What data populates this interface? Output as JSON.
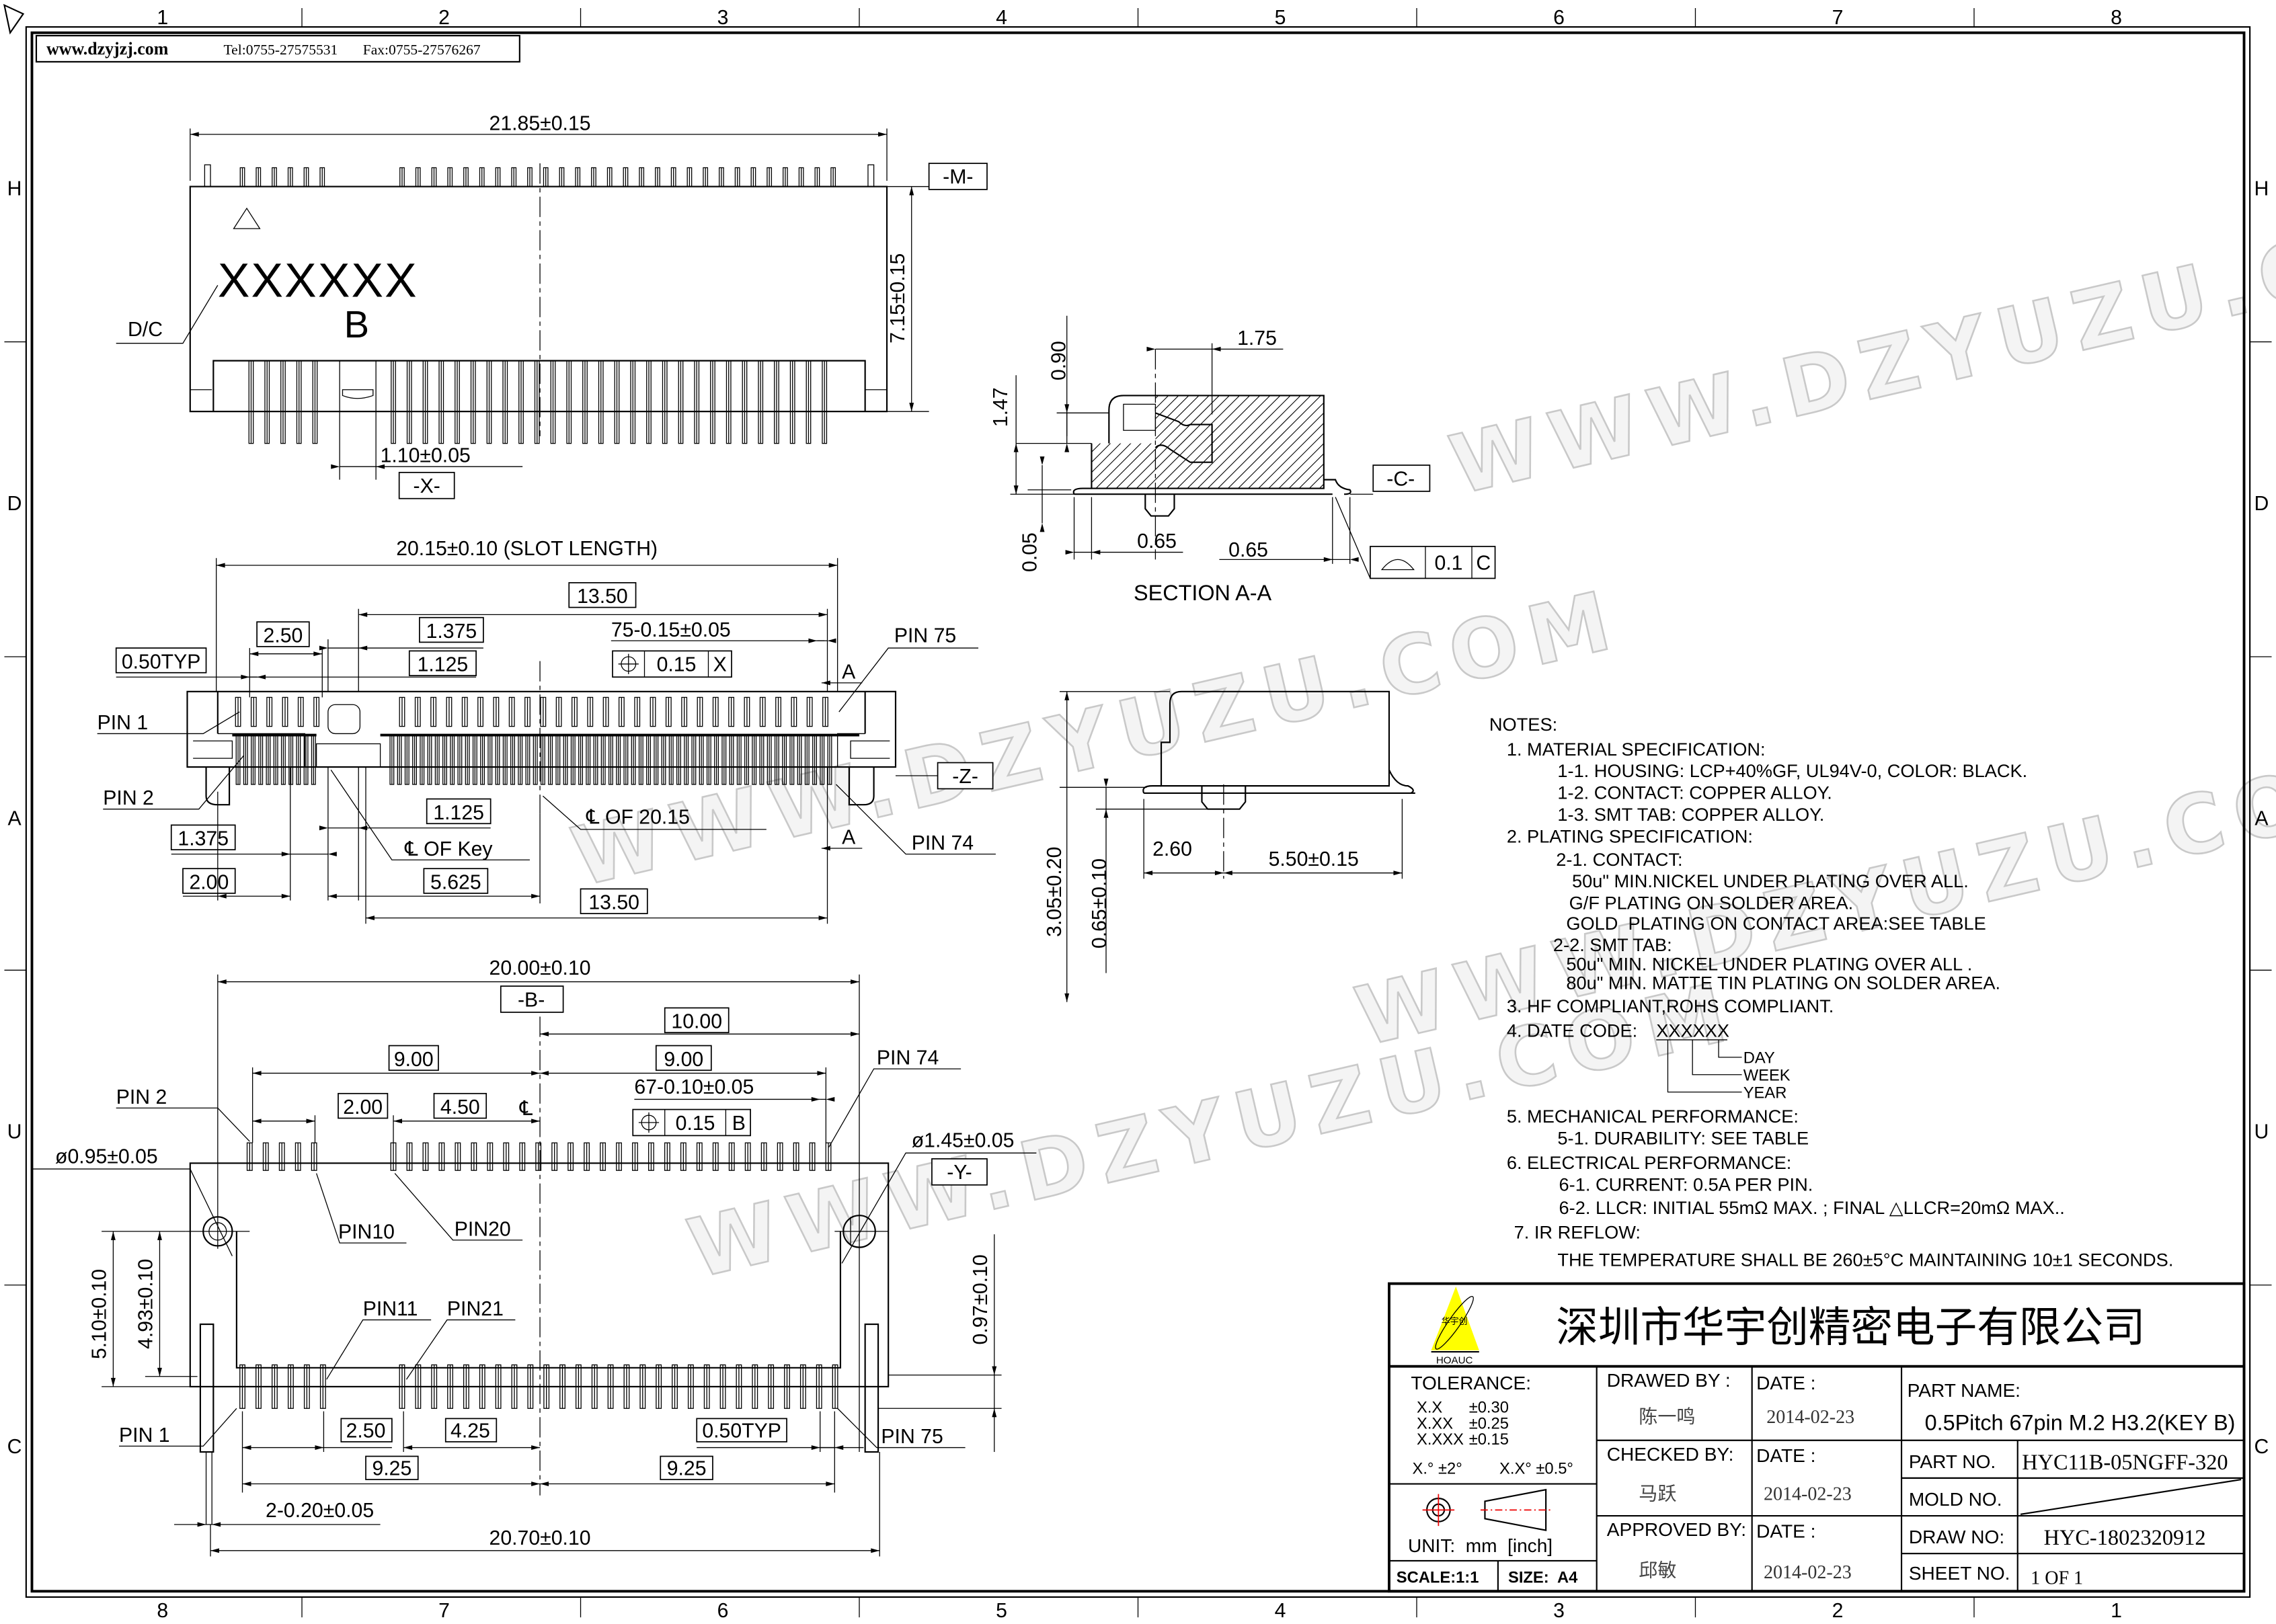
{
  "header": {
    "website": "www.dzyjzj.com",
    "tel": "Tel:0755-27575531",
    "fax": "Fax:0755-27576267"
  },
  "frame": {
    "col_numbers_top": [
      "1",
      "2",
      "3",
      "4",
      "5",
      "6",
      "7",
      "8"
    ],
    "col_numbers_bottom": [
      "8",
      "7",
      "6",
      "5",
      "4",
      "3",
      "2",
      "1"
    ],
    "row_letters": [
      "H",
      "D",
      "A",
      "U",
      "C"
    ]
  },
  "watermark": "WWW.DZYUZU.COM",
  "view_top": {
    "width_dim": "21.85±0.15",
    "height_dim": "7.15±0.15",
    "key_dim": "1.10±0.05",
    "datum_m": "-M-",
    "datum_x": "-X-",
    "marking": "XXXXXX",
    "key_letter": "B",
    "dc_label": "D/C"
  },
  "view_front": {
    "slot_length": "20.15±0.10 (SLOT LENGTH)",
    "d13_50_top": "13.50",
    "d2_50": "2.50",
    "d1_375_top": "1.375",
    "pitch": "0.50TYP",
    "d1_125_top": "1.125",
    "pin_tol": "75-0.15±0.05",
    "fcf_value": "0.15",
    "fcf_datum": "X",
    "pin75": "PIN 75",
    "section_a_top": "A",
    "pin1": "PIN 1",
    "pin2": "PIN 2",
    "datum_z": "-Z-",
    "d1_125_bottom": "1.125",
    "cl_2015": "℄ OF 20.15",
    "cl_key": "℄ OF Key",
    "d1_375_bottom": "1.375",
    "d2_00": "2.00",
    "d5_625": "5.625",
    "d13_50_bottom": "13.50",
    "section_a_bottom": "A",
    "pin74": "PIN 74"
  },
  "section": {
    "d1_75": "1.75",
    "d0_90": "0.90",
    "d1_47": "1.47",
    "datum_c": "-C-",
    "d0_05": "0.05",
    "d0_65_left": "0.65",
    "d0_65_right": "0.65",
    "fcf_value": "0.1",
    "fcf_datum": "C",
    "title": "SECTION A-A"
  },
  "side": {
    "height": "3.05±0.20",
    "peg": "0.65±0.10",
    "d2_60": "2.60",
    "d5_50": "5.50±0.15"
  },
  "view_bottom": {
    "width_dim": "20.00±0.10",
    "datum_b": "-B-",
    "d10_00": "10.00",
    "d9_00_left": "9.00",
    "d9_00_right": "9.00",
    "pin74": "PIN 74",
    "pin2": "PIN 2",
    "d2_00": "2.00",
    "d4_50": "4.50",
    "cl": "℄",
    "pin_tol": "67-0.10±0.05",
    "fcf_value": "0.15",
    "fcf_datum": "B",
    "hole_small": "ø0.95±0.05",
    "hole_large": "ø1.45±0.05",
    "datum_y": "-Y-",
    "pin10": "PIN10",
    "pin20": "PIN20",
    "d5_10": "5.10±0.10",
    "d4_93": "4.93±0.10",
    "d0_97": "0.97±0.10",
    "pin11": "PIN11",
    "pin21": "PIN21",
    "pin1": "PIN 1",
    "d2_50": "2.50",
    "d4_25": "4.25",
    "pitch": "0.50TYP",
    "pin75": "PIN 75",
    "d9_25_left": "9.25",
    "d9_25_right": "9.25",
    "tab_dim": "2-0.20±0.05",
    "overall": "20.70±0.10"
  },
  "notes": {
    "title": "NOTES:",
    "lines": [
      "1. MATERIAL SPECIFICATION:",
      "1-1. HOUSING: LCP+40%GF, UL94V-0, COLOR: BLACK.",
      "1-2. CONTACT: COPPER ALLOY.",
      "1-3. SMT TAB: COPPER ALLOY.",
      "2. PLATING SPECIFICATION:",
      "2-1. CONTACT:",
      "50u\" MIN.NICKEL UNDER PLATING OVER ALL.",
      "G/F PLATING ON SOLDER AREA.",
      "GOLD  PLATING ON CONTACT AREA:SEE TABLE",
      "2-2. SMT TAB:",
      "50u\" MIN. NICKEL UNDER PLATING OVER ALL .",
      "80u\" MIN. MATTE TIN PLATING ON SOLDER AREA.",
      "3. HF COMPLIANT,ROHS COMPLIANT.",
      "4. DATE CODE:",
      "5. MECHANICAL PERFORMANCE:",
      "5-1. DURABILITY: SEE TABLE",
      "6. ELECTRICAL PERFORMANCE:",
      "6-1. CURRENT: 0.5A PER PIN.",
      "6-2. LLCR: INITIAL 55mΩ MAX. ; FINAL △LLCR=20mΩ MAX..",
      "7. IR REFLOW:",
      "THE TEMPERATURE SHALL BE 260±5°C MAINTAINING 10±1 SECONDS."
    ],
    "date_code": "XXXXXX",
    "date_code_parts": [
      "DAY",
      "WEEK",
      "YEAR"
    ]
  },
  "title_block": {
    "logo_text": "华宇创",
    "logo_brand": "HOAUC",
    "logo_color": "#ffff00",
    "company": "深圳市华宇创精密电子有限公司",
    "tolerance_label": "TOLERANCE:",
    "tolerances": [
      {
        "k": "X.X",
        "v": "±0.30"
      },
      {
        "k": "X.XX",
        "v": "±0.25"
      },
      {
        "k": "X.XXX",
        "v": "±0.15"
      }
    ],
    "angle_tol_1": "X.° ±2°",
    "angle_tol_2": "X.X° ±0.5°",
    "unit": "UNIT:  mm  [inch]",
    "scale": "SCALE:1:1",
    "size": "SIZE:  A4",
    "drawn_by_label": "DRAWED BY :",
    "drawn_by": "陈一鸣",
    "checked_by_label": "CHECKED BY:",
    "checked_by": "马跃",
    "approved_by_label": "APPROVED BY:",
    "approved_by": "邱敏",
    "date_label": "DATE :",
    "date_drawn": "2014-02-23",
    "date_checked": "2014-02-23",
    "date_approved": "2014-02-23",
    "part_name_label": "PART NAME:",
    "part_name": "0.5Pitch 67pin M.2 H3.2(KEY B)",
    "part_no_label": "PART NO.",
    "part_no": "HYC11B-05NGFF-320",
    "mold_no_label": "MOLD NO.",
    "draw_no_label": "DRAW NO:",
    "draw_no": "HYC-1802320912",
    "sheet_no_label": "SHEET NO.",
    "sheet_no": "1 OF 1"
  }
}
